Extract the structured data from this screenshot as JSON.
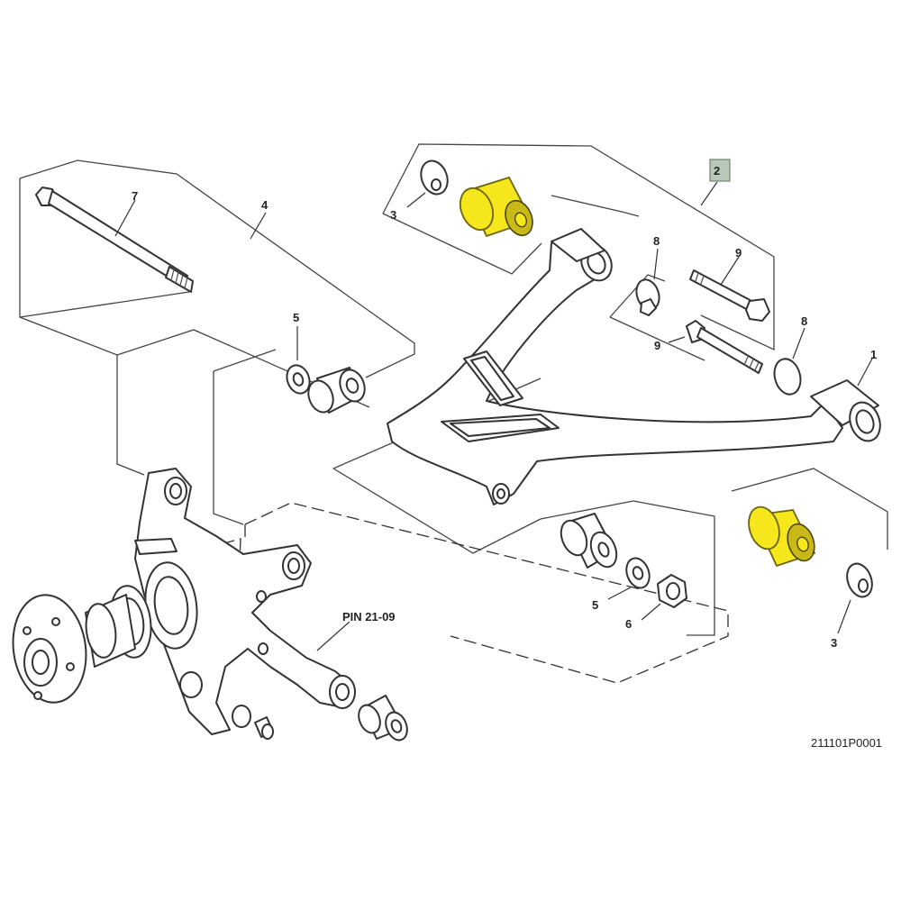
{
  "diagram": {
    "callouts": {
      "arm": "1",
      "kit": "2",
      "outer_washer_top": "3",
      "outer_washer_bottom": "3",
      "frame_4": "4",
      "inner_washer_top": "5",
      "inner_washer_bottom": "5",
      "nut": "6",
      "long_bolt": "7",
      "washer_8_top": "8",
      "washer_8_right": "8",
      "bolt_9_top": "9",
      "bolt_9_lower": "9"
    },
    "reference": "PIN 21-09",
    "drawing_code": "211101P0001",
    "colors": {
      "highlight": "#f5e71b",
      "kit_box": "#b9c9b9",
      "line": "#333333"
    }
  }
}
